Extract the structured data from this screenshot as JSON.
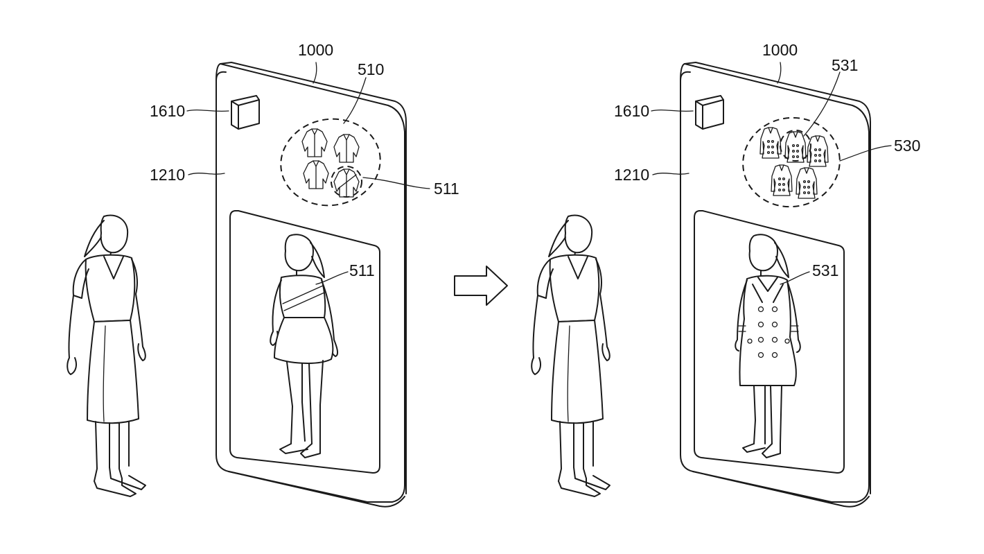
{
  "left_panel": {
    "device_ref": "1000",
    "camera_ref": "1610",
    "display_ref": "1210",
    "clothing_group_ref": "510",
    "selected_item_ref": "511",
    "worn_item_ref": "511"
  },
  "right_panel": {
    "device_ref": "1000",
    "camera_ref": "1610",
    "display_ref": "1210",
    "clothing_group_ref": "530",
    "selected_item_ref": "531",
    "worn_item_ref": "531"
  }
}
